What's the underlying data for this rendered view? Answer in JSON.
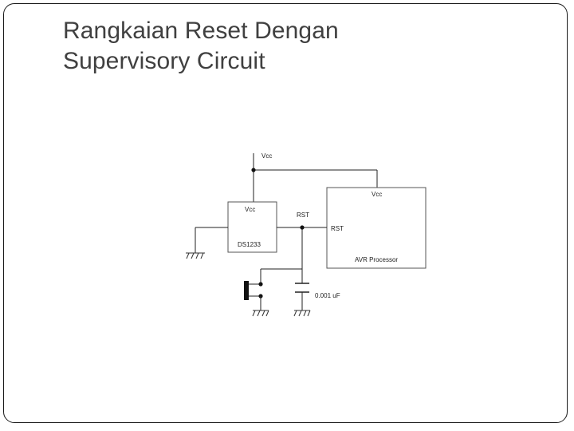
{
  "slide": {
    "title_line1": "Rangkaian Reset Dengan",
    "title_line2": "Supervisory Circuit"
  },
  "diagram": {
    "supply_label": "Vcc",
    "supervisor": {
      "vcc_pin": "Vcc",
      "rst_pin": "RST",
      "part_number": "DS1233"
    },
    "processor": {
      "vcc_pin": "Vcc",
      "rst_pin": "RST",
      "name": "AVR Processor"
    },
    "capacitor_value": "0.001 uF"
  }
}
